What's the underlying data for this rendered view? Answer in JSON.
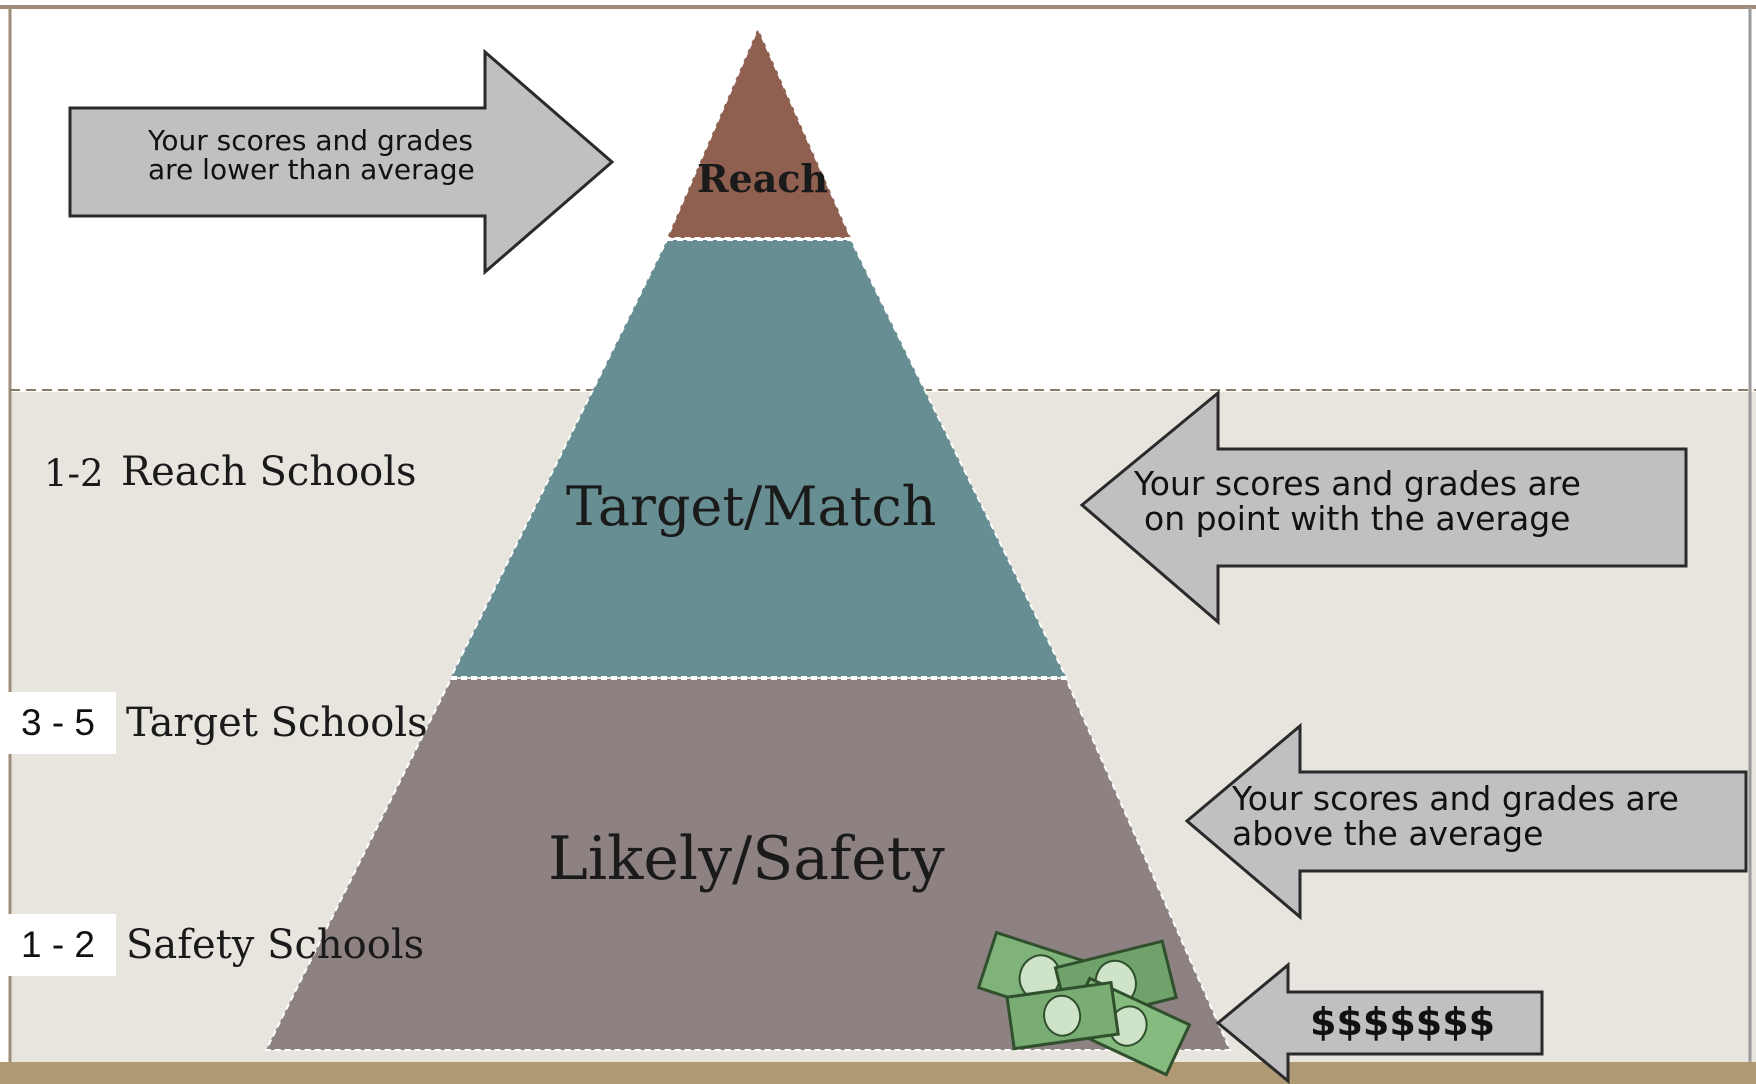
{
  "pyramid": {
    "tiers": [
      {
        "id": "reach",
        "label": "Reach",
        "color": "#8f5f50"
      },
      {
        "id": "target",
        "label": "Target/Match",
        "color": "#678e92"
      },
      {
        "id": "likely",
        "label": "Likely/Safety",
        "color": "#8d8182"
      }
    ]
  },
  "counts": [
    {
      "range": "1-2",
      "label": "Reach Schools"
    },
    {
      "range": "3 - 5",
      "label": "Target Schools"
    },
    {
      "range": "1 - 2",
      "label": "Safety Schools"
    }
  ],
  "arrows": {
    "reach": {
      "line1": "Your scores and grades",
      "line2": "are lower than average"
    },
    "target": {
      "line1": "Your scores and grades are",
      "line2": "on point with the average"
    },
    "safety": {
      "line1": "Your scores and grades are",
      "line2": "above the average"
    },
    "money": {
      "text": "$$$$$$$"
    }
  },
  "colors": {
    "background_band": "#e8e4de",
    "frame": "#a08c7a",
    "floor": "#b09a74",
    "arrow_fill": "#c2bfc2",
    "money_green": "#6fa36b"
  },
  "icons": {
    "money": "money-stack-icon"
  }
}
